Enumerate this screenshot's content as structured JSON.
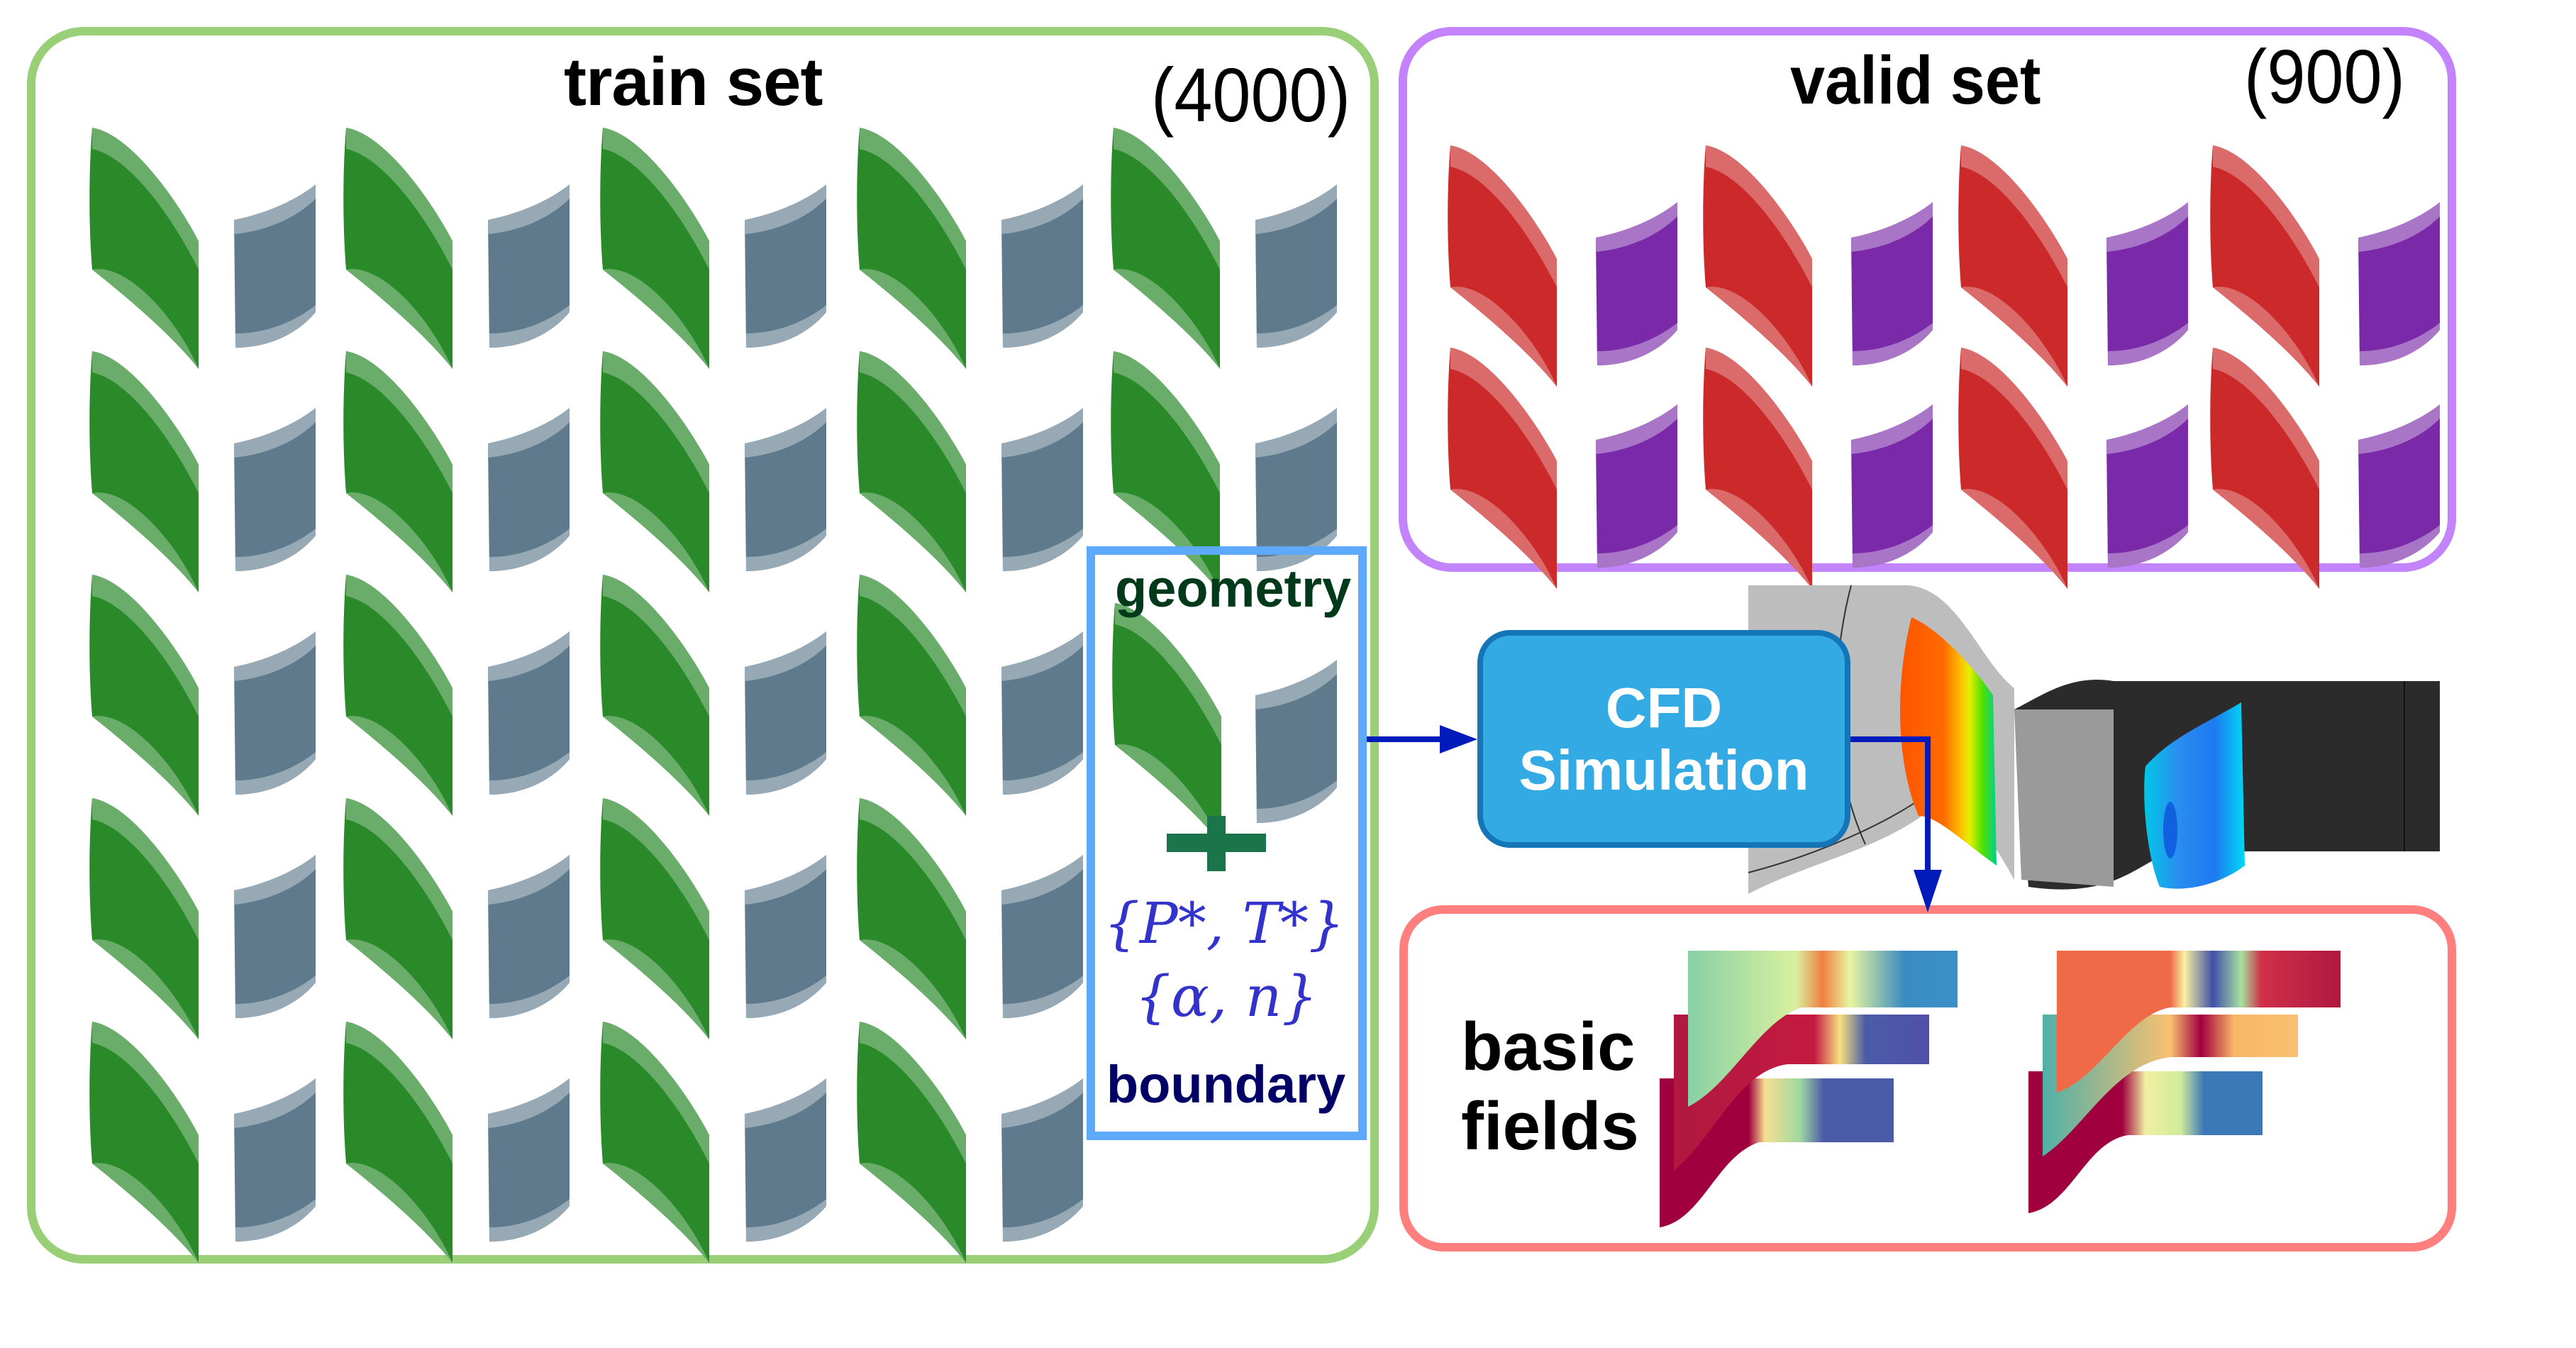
{
  "train_set": {
    "title": "train set",
    "count": "(4000)",
    "border_color": "#99CF77",
    "grid_rows": 5,
    "grid_cols": 5,
    "blades_per_row": [
      5,
      5,
      4,
      4,
      4
    ],
    "stator_color": "#2A8A2A",
    "rotor_color": "#5E7A8C"
  },
  "valid_set": {
    "title": "valid set",
    "count": "(900)",
    "border_color": "#C383FB",
    "grid_rows": 2,
    "grid_cols": 4,
    "stator_color": "#CC2A2A",
    "rotor_color": "#7A2AA8"
  },
  "inputs": {
    "geometry_label": "geometry",
    "plus_symbol": "+",
    "boundary_conditions": [
      "{P*, T*}",
      "{α, n}"
    ],
    "boundary_label": "boundary",
    "border_color": "#5DAAFC",
    "geometry_color": "#013A1B",
    "plus_color": "#1A754A",
    "math_color": "#3333CC",
    "boundary_color": "#000066"
  },
  "simulation": {
    "label_line1": "CFD",
    "label_line2": "Simulation",
    "fill_color": "#34AAE4",
    "border_color": "#1476B6"
  },
  "arrows": {
    "color": "#001BBB",
    "connections": [
      {
        "from": "inputs",
        "to": "simulation"
      },
      {
        "from": "simulation",
        "to": "basic_fields"
      }
    ]
  },
  "basic_fields": {
    "label_line1": "basic",
    "label_line2": "fields",
    "border_color": "#FF7F7F",
    "field_count": 2
  },
  "turbine_render": {
    "description": "turbine stage CFD contour render",
    "hub_color": "#BDBDBD",
    "casing_color": "#2B2B2B"
  }
}
